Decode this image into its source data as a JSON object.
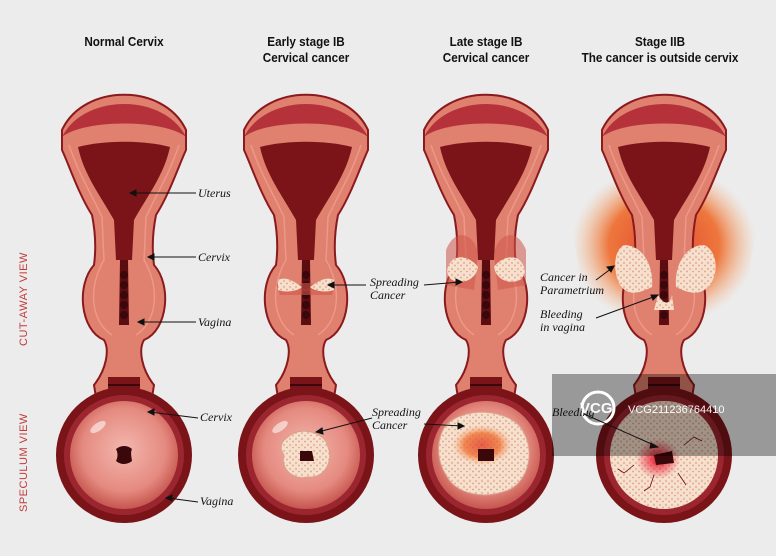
{
  "titles": {
    "normal": "Normal Cervix",
    "early_l1": "Early stage IB",
    "early_l2": "Cervical cancer",
    "late_l1": "Late stage IB",
    "late_l2": "Cervical cancer",
    "stage2_l1": "Stage IIB",
    "stage2_l2": "The cancer is outside cervix"
  },
  "row_labels": {
    "cutaway": "CUT-AWAY VIEW",
    "speculum": "SPECULUM VIEW"
  },
  "labels": {
    "uterus": "Uterus",
    "cervix": "Cervix",
    "vagina": "Vagina",
    "spreading_l1": "Spreading",
    "spreading_l2": "Cancer",
    "param_l1": "Cancer in",
    "param_l2": "Parametrium",
    "bleed_l1": "Bleeding",
    "bleed_l2": "in vagina",
    "spec_cervix": "Cervix",
    "spec_vagina": "Vagina",
    "spec_spread_l1": "Spreading",
    "spec_spread_l2": "Cancer",
    "spec_bleeding": "Bleeding"
  },
  "watermark": {
    "logo": "VCG",
    "id": "VCG21123676441​0"
  },
  "colors": {
    "background": "#ececec",
    "tissue": "#e0806e",
    "tissue_dark": "#8a1a1e",
    "cavity": "#7a1418",
    "label_red": "#c23b3b",
    "cancer": "#f4d9c4",
    "spread_glow": "#e8441c"
  }
}
